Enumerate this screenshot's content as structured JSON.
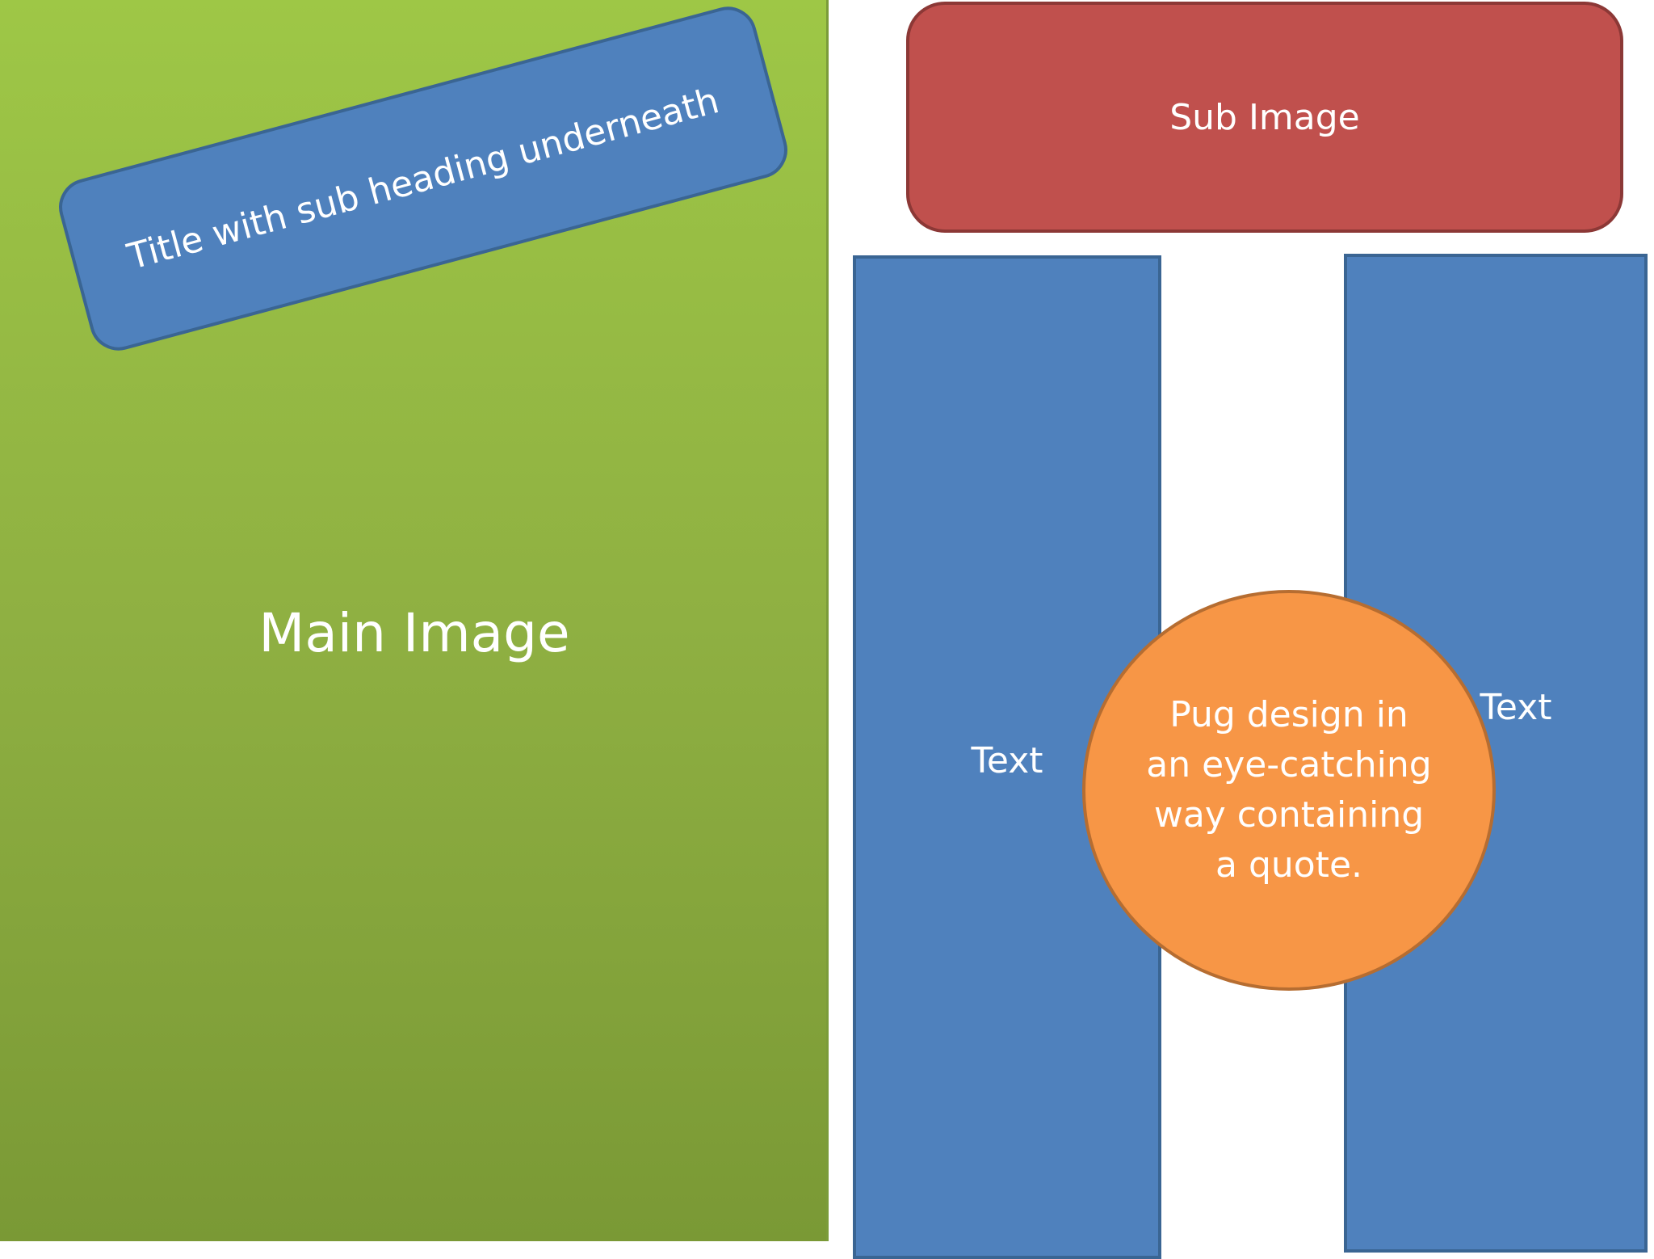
{
  "main_image": {
    "label": "Main Image"
  },
  "title_banner": {
    "label": "Title with sub heading underneath"
  },
  "sub_image": {
    "label": "Sub Image"
  },
  "left_column": {
    "label": "Text"
  },
  "right_column": {
    "label": "Text"
  },
  "quote_circle": {
    "label": "Pug design in an eye-catching way containing a quote."
  },
  "colors": {
    "green": "#9bbb59",
    "blue": "#4f81bd",
    "red": "#c0504d",
    "orange": "#f79646"
  }
}
